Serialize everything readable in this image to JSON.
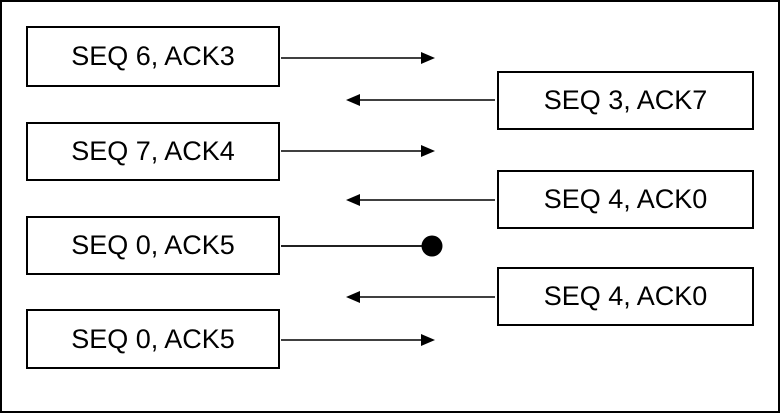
{
  "colors": {
    "background": "#ffffff",
    "line": "#000000",
    "text": "#000000"
  },
  "sequence": [
    {
      "side": "left",
      "label": "SEQ 6, ACK3",
      "arrow": "right"
    },
    {
      "side": "right",
      "label": "SEQ 3, ACK7",
      "arrow": "left"
    },
    {
      "side": "left",
      "label": "SEQ 7, ACK4",
      "arrow": "right"
    },
    {
      "side": "right",
      "label": "SEQ 4, ACK0",
      "arrow": "left"
    },
    {
      "side": "left",
      "label": "SEQ 0, ACK5",
      "arrow": "dot"
    },
    {
      "side": "right",
      "label": "SEQ 4, ACK0",
      "arrow": "left"
    },
    {
      "side": "left",
      "label": "SEQ 0, ACK5",
      "arrow": "right"
    }
  ]
}
